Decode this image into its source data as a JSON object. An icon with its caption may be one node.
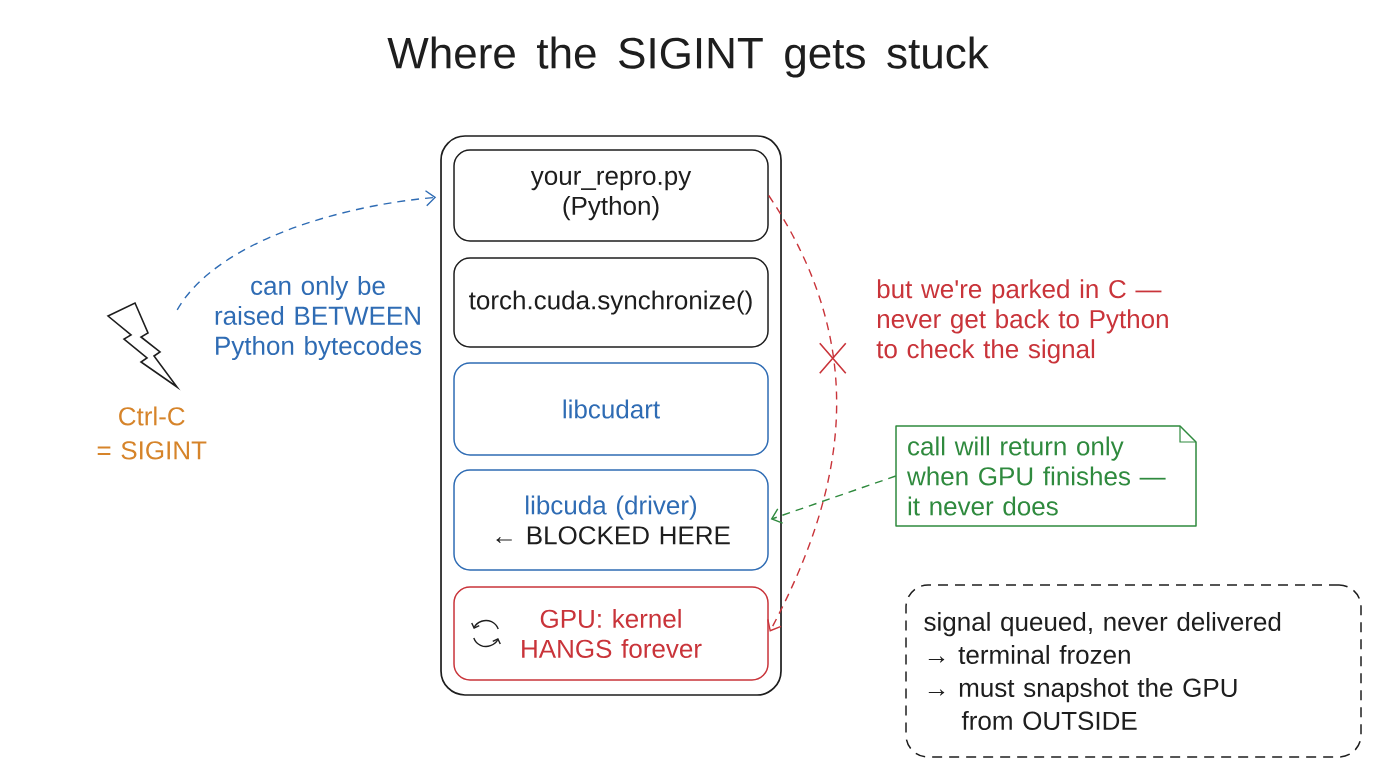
{
  "diagram": {
    "title": "Where the SIGINT gets stuck",
    "nodes": [
      {
        "text": [],
        "shape": "box"
      },
      {
        "text": [
          "your_repro.py (Python)"
        ],
        "in": 0
      },
      {
        "text": [
          "torch.cuda.synchronize()"
        ],
        "in": 0
      },
      {
        "text": [
          "libcudart"
        ],
        "in": 0
      },
      {
        "text": [
          "libcuda (driver)",
          "← BLOCKED HERE"
        ],
        "in": 0
      },
      {
        "text": [
          "GPU: kernel HANGS forever"
        ],
        "in": 0
      },
      {
        "text": [],
        "shape": "picture",
        "beside": [
          "Ctrl-C = SIGINT"
        ]
      },
      {
        "text": [
          "call will return only when GPU finishes — it never does"
        ]
      },
      {
        "text": [
          "signal queued, never delivered",
          "→ terminal frozen",
          "→ must snapshot the GPU from OUTSIDE"
        ]
      }
    ],
    "edges": [
      {
        "from": 6,
        "to": 0,
        "arrow": "to",
        "style": "dashed",
        "color": "#2f6cb4",
        "label": "can only be raised BETWEEN Python bytecodes"
      },
      {
        "from": 1,
        "to": 5,
        "arrow": "to",
        "style": "dashed",
        "color": "#c9343a",
        "label": "but we're parked in C — never get back to Python to check the signal"
      },
      {
        "from": 7,
        "to": 4,
        "arrow": "to",
        "style": "dashed",
        "color": "#2f8a3e"
      }
    ]
  }
}
